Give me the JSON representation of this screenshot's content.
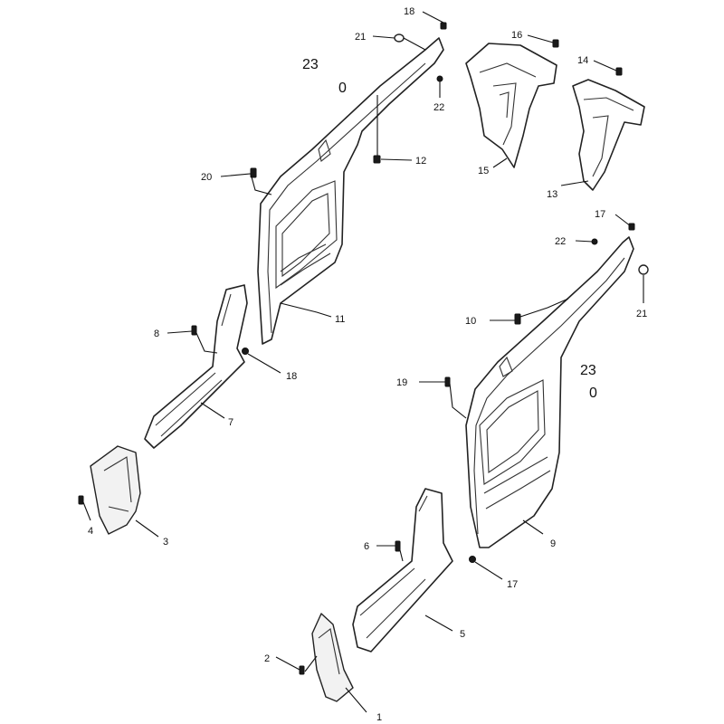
{
  "diagram": {
    "callouts": {
      "c1": "1",
      "c2": "2",
      "c3": "3",
      "c4": "4",
      "c5": "5",
      "c6": "6",
      "c7": "7",
      "c8": "8",
      "c9": "9",
      "c10": "10",
      "c11": "11",
      "c12": "12",
      "c13": "13",
      "c14": "14",
      "c15": "15",
      "c16": "16",
      "c17a": "17",
      "c17b": "17",
      "c18a": "18",
      "c18b": "18",
      "c19": "19",
      "c20": "20",
      "c21a": "21",
      "c21b": "21",
      "c22a": "22",
      "c22b": "22",
      "c23a": "23",
      "c23b": "23"
    },
    "ring_labels": {
      "r23a": "0",
      "r23b": "0"
    }
  }
}
